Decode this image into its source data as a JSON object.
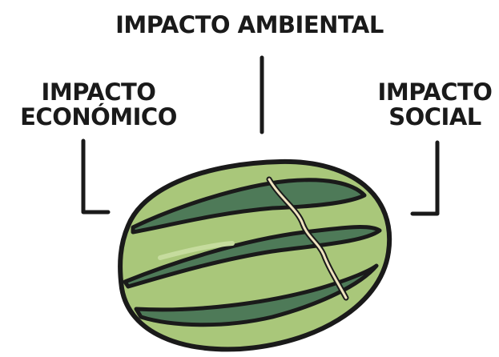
{
  "labels": {
    "top": "IMPACTO AMBIENTAL",
    "left": [
      "IMPACTO",
      "ECONÓMICO"
    ],
    "right": [
      "IMPACTO",
      "SOCIAL"
    ]
  },
  "colors": {
    "ink": "#1a1a1a",
    "melon_light": "#a9c77a",
    "stripe_dark": "#4e7a58",
    "crack": "#efe3c0"
  }
}
